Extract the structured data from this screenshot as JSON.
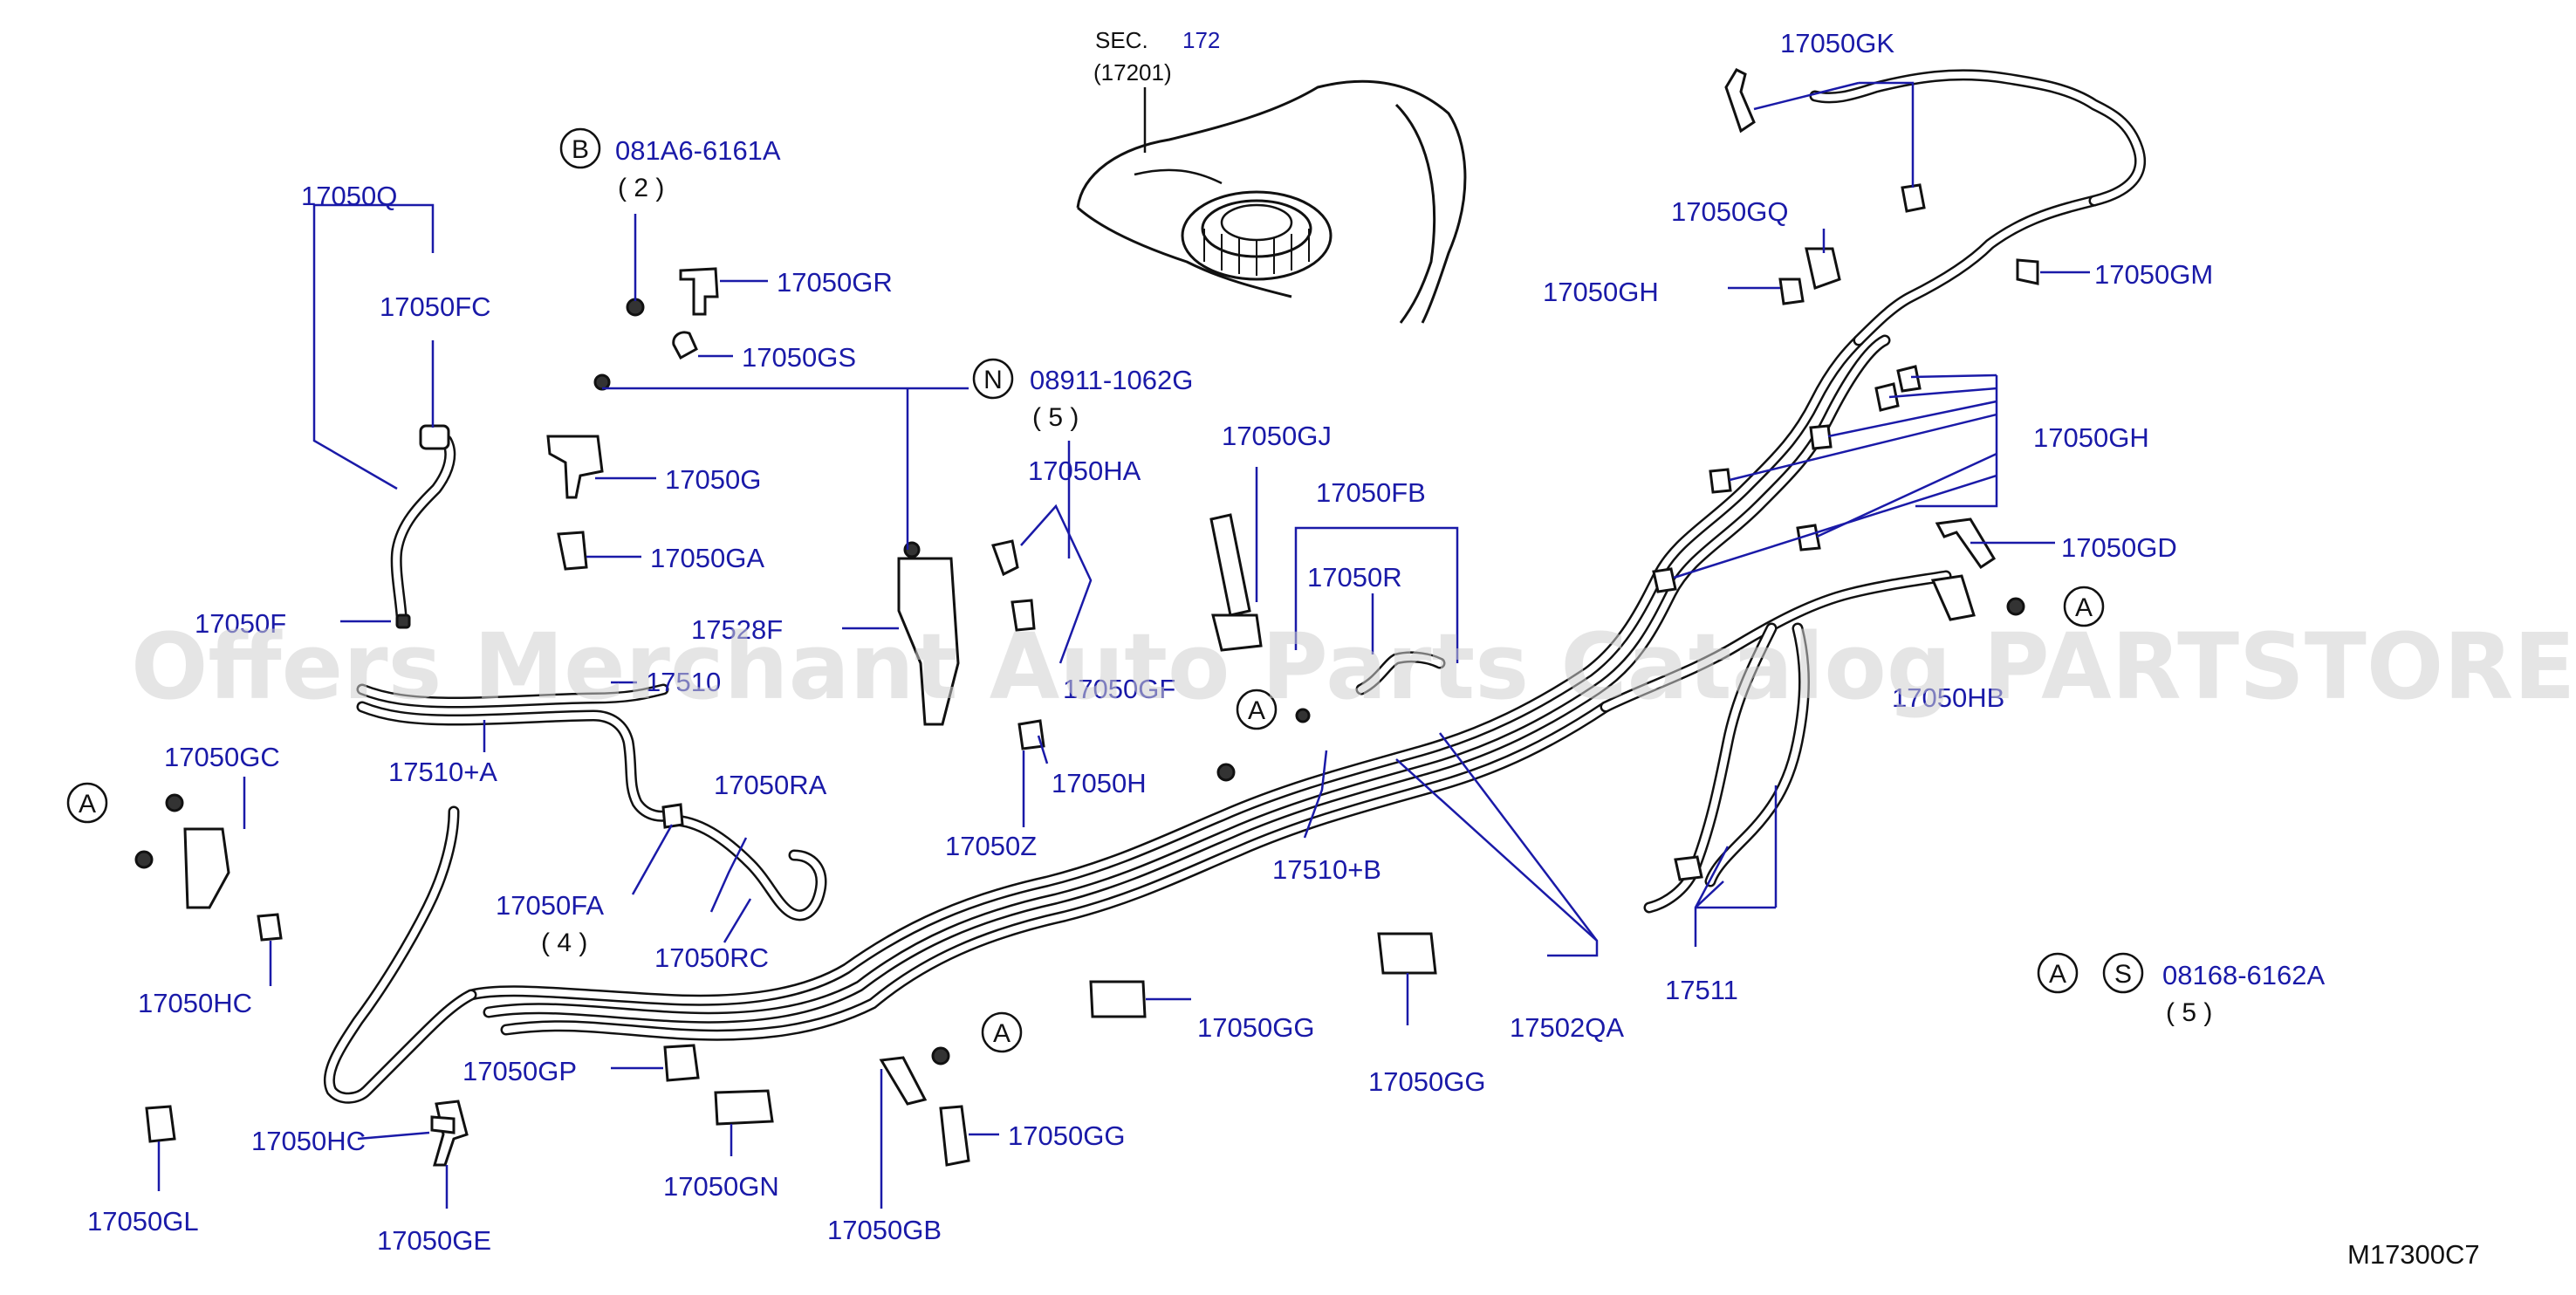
{
  "watermark": "Offers Merchant Auto Parts Catalog PARTSTORE.SA",
  "figure_code": "M17300C7",
  "section_ref": {
    "prefix": "SEC.",
    "number": "172",
    "sub": "(17201)"
  },
  "circle_letters": {
    "A": "A",
    "B": "B",
    "N": "N",
    "S": "S"
  },
  "fasteners": {
    "bolt_b": {
      "part": "081A6-6161A",
      "qty": "( 2 )"
    },
    "nut_n": {
      "part": "08911-1062G",
      "qty": "( 5 )"
    },
    "screw_s": {
      "part": "08168-6162A",
      "qty": "( 5 )"
    }
  },
  "parts": {
    "p17050Q": "17050Q",
    "p17050FC": "17050FC",
    "p17050GR": "17050GR",
    "p17050GS": "17050GS",
    "p17050G": "17050G",
    "p17050GA": "17050GA",
    "p17050F": "17050F",
    "p17510": "17510",
    "p17510A": "17510+A",
    "p17528F": "17528F",
    "p17050HA": "17050HA",
    "p17050GF": "17050GF",
    "p17050H": "17050H",
    "p17050Z": "17050Z",
    "p17050GJ": "17050GJ",
    "p17050FB": "17050FB",
    "p17050R": "17050R",
    "p17050GK": "17050GK",
    "p17050GQ": "17050GQ",
    "p17050GH_top": "17050GH",
    "p17050GM": "17050GM",
    "p17050GH_right": "17050GH",
    "p17050GD": "17050GD",
    "p17050HB": "17050HB",
    "p17050GC": "17050GC",
    "p17050HC_left": "17050HC",
    "p17050FA": "17050FA",
    "p17050FA_qty": "( 4 )",
    "p17050RA": "17050RA",
    "p17050RC": "17050RC",
    "p17510B": "17510+B",
    "p17050GP": "17050GP",
    "p17050HC_bottom": "17050HC",
    "p17050GN": "17050GN",
    "p17050GL": "17050GL",
    "p17050GE": "17050GE",
    "p17050GB": "17050GB",
    "p17050GG_a": "17050GG",
    "p17050GG_b": "17050GG",
    "p17050GG_c": "17050GG",
    "p17502QA": "17502QA",
    "p17511": "17511"
  }
}
